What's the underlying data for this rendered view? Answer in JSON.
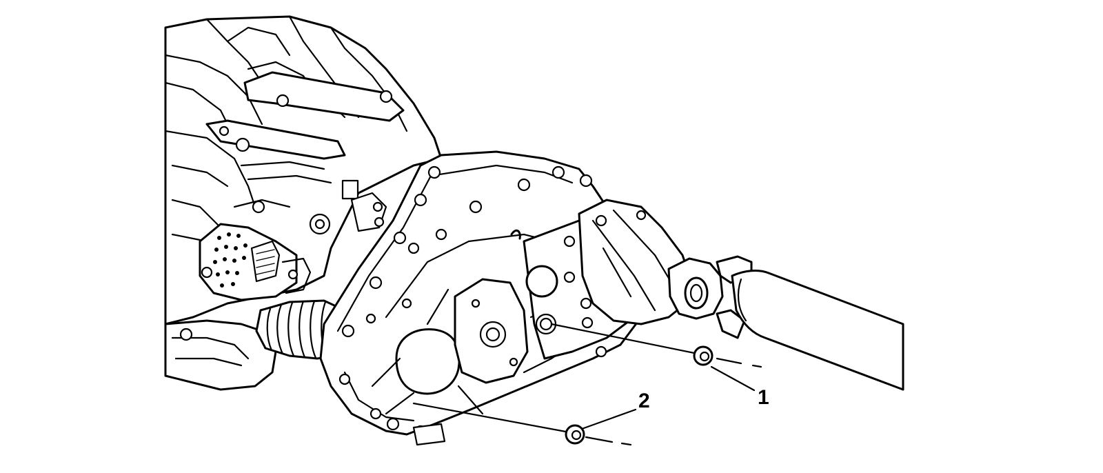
{
  "callouts": [
    {
      "number": "1",
      "part": "nut"
    },
    {
      "number": "2",
      "part": "nut"
    }
  ]
}
